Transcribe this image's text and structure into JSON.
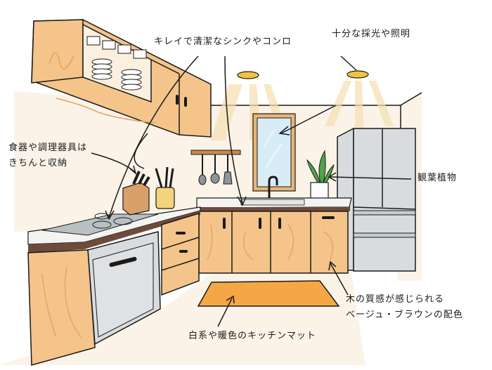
{
  "illustration": {
    "subject": "kitchen",
    "style": "hand-drawn illustration"
  },
  "annotations": {
    "clean_sink_stove": "キレイで清潔なシンクやコンロ",
    "lighting": "十分な採光や照明",
    "storage_line1": "食器や調理器具は",
    "storage_line2": "きちんと収納",
    "plant": "観葉植物",
    "wood_line1": "木の質感が感じられる",
    "wood_line2": "ベージュ・ブラウンの配色",
    "mat": "白系や暖色のキッチンマット"
  },
  "colors": {
    "wall": "#fbf3e8",
    "wood": "#f4c48a",
    "wood_grain": "#e3a35f",
    "countertop": "#f3f3f1",
    "counter_edge": "#6e4a3b",
    "appliance": "#d9dcde",
    "stove": "#b9c0c2",
    "mat": "#f5a745",
    "window_glass": "#d8ecf8",
    "window_frame": "#e8b576",
    "light": "#f3c33f",
    "light_beam": "#f6dfb0",
    "plant": "#4fa54a",
    "line": "#1a1a1a"
  }
}
